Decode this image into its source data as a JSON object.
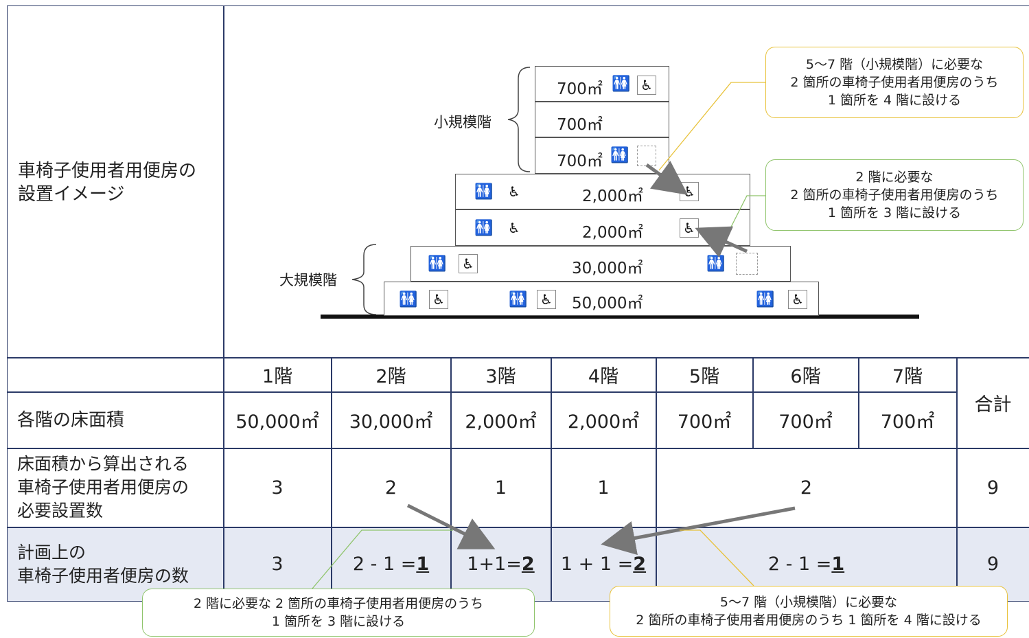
{
  "diagram": {
    "row_label": "車椅子使用者用便房の\n設置イメージ",
    "small_label": "小規模階",
    "large_label": "大規模階",
    "floors": {
      "f7": "700㎡",
      "f6": "700㎡",
      "f5": "700㎡",
      "f4": "2,000㎡",
      "f3": "2,000㎡",
      "f2": "30,000㎡",
      "f1": "50,000㎡"
    },
    "callout_top": [
      "5～7 階（小規模階）に必要な",
      "2 箇所の車椅子使用者用便房のうち",
      "1 箇所を 4 階に設ける"
    ],
    "callout_mid": [
      "2 階に必要な",
      "2 箇所の車椅子使用者用便房のうち",
      "1 箇所を 3 階に設ける"
    ],
    "icons": {
      "restroom": "restroom-icon",
      "wheelchair": "wheelchair-icon",
      "empty": "empty-slot-icon"
    }
  },
  "table": {
    "headers": [
      "1階",
      "2階",
      "3階",
      "4階",
      "5階",
      "6階",
      "7階"
    ],
    "total_header": "合計",
    "area_label": "各階の床面積",
    "areas": [
      "50,000㎡",
      "30,000㎡",
      "2,000㎡",
      "2,000㎡",
      "700㎡",
      "700㎡",
      "700㎡"
    ],
    "required_label": "床面積から算出される\n車椅子使用者用便房の\n必要設置数",
    "required": [
      "3",
      "2",
      "1",
      "1",
      "2"
    ],
    "required_total": "9",
    "planned_label": "計画上の\n車椅子使用者便房の数",
    "planned": [
      {
        "pre": "3",
        "post": ""
      },
      {
        "pre": "2 - 1 =",
        "post": "1"
      },
      {
        "pre": "1+1=",
        "post": "2"
      },
      {
        "pre": "1 + 1 =",
        "post": "2"
      },
      {
        "pre": "2 - 1 =",
        "post": "1"
      }
    ],
    "planned_total": "9"
  },
  "bottom_callouts": {
    "left": [
      "2 階に必要な 2 箇所の車椅子使用者用便房のうち",
      "1 箇所を 3 階に設ける"
    ],
    "right": [
      "5～7 階（小規模階）に必要な",
      "2 箇所の車椅子使用者用便房のうち 1 箇所を 4 階に設ける"
    ]
  },
  "colors": {
    "line": "#2b3a67",
    "shade": "#e5e9f3",
    "callout_yellow": "#e8c23a",
    "callout_green": "#8fc46b",
    "arrow": "#777777"
  }
}
